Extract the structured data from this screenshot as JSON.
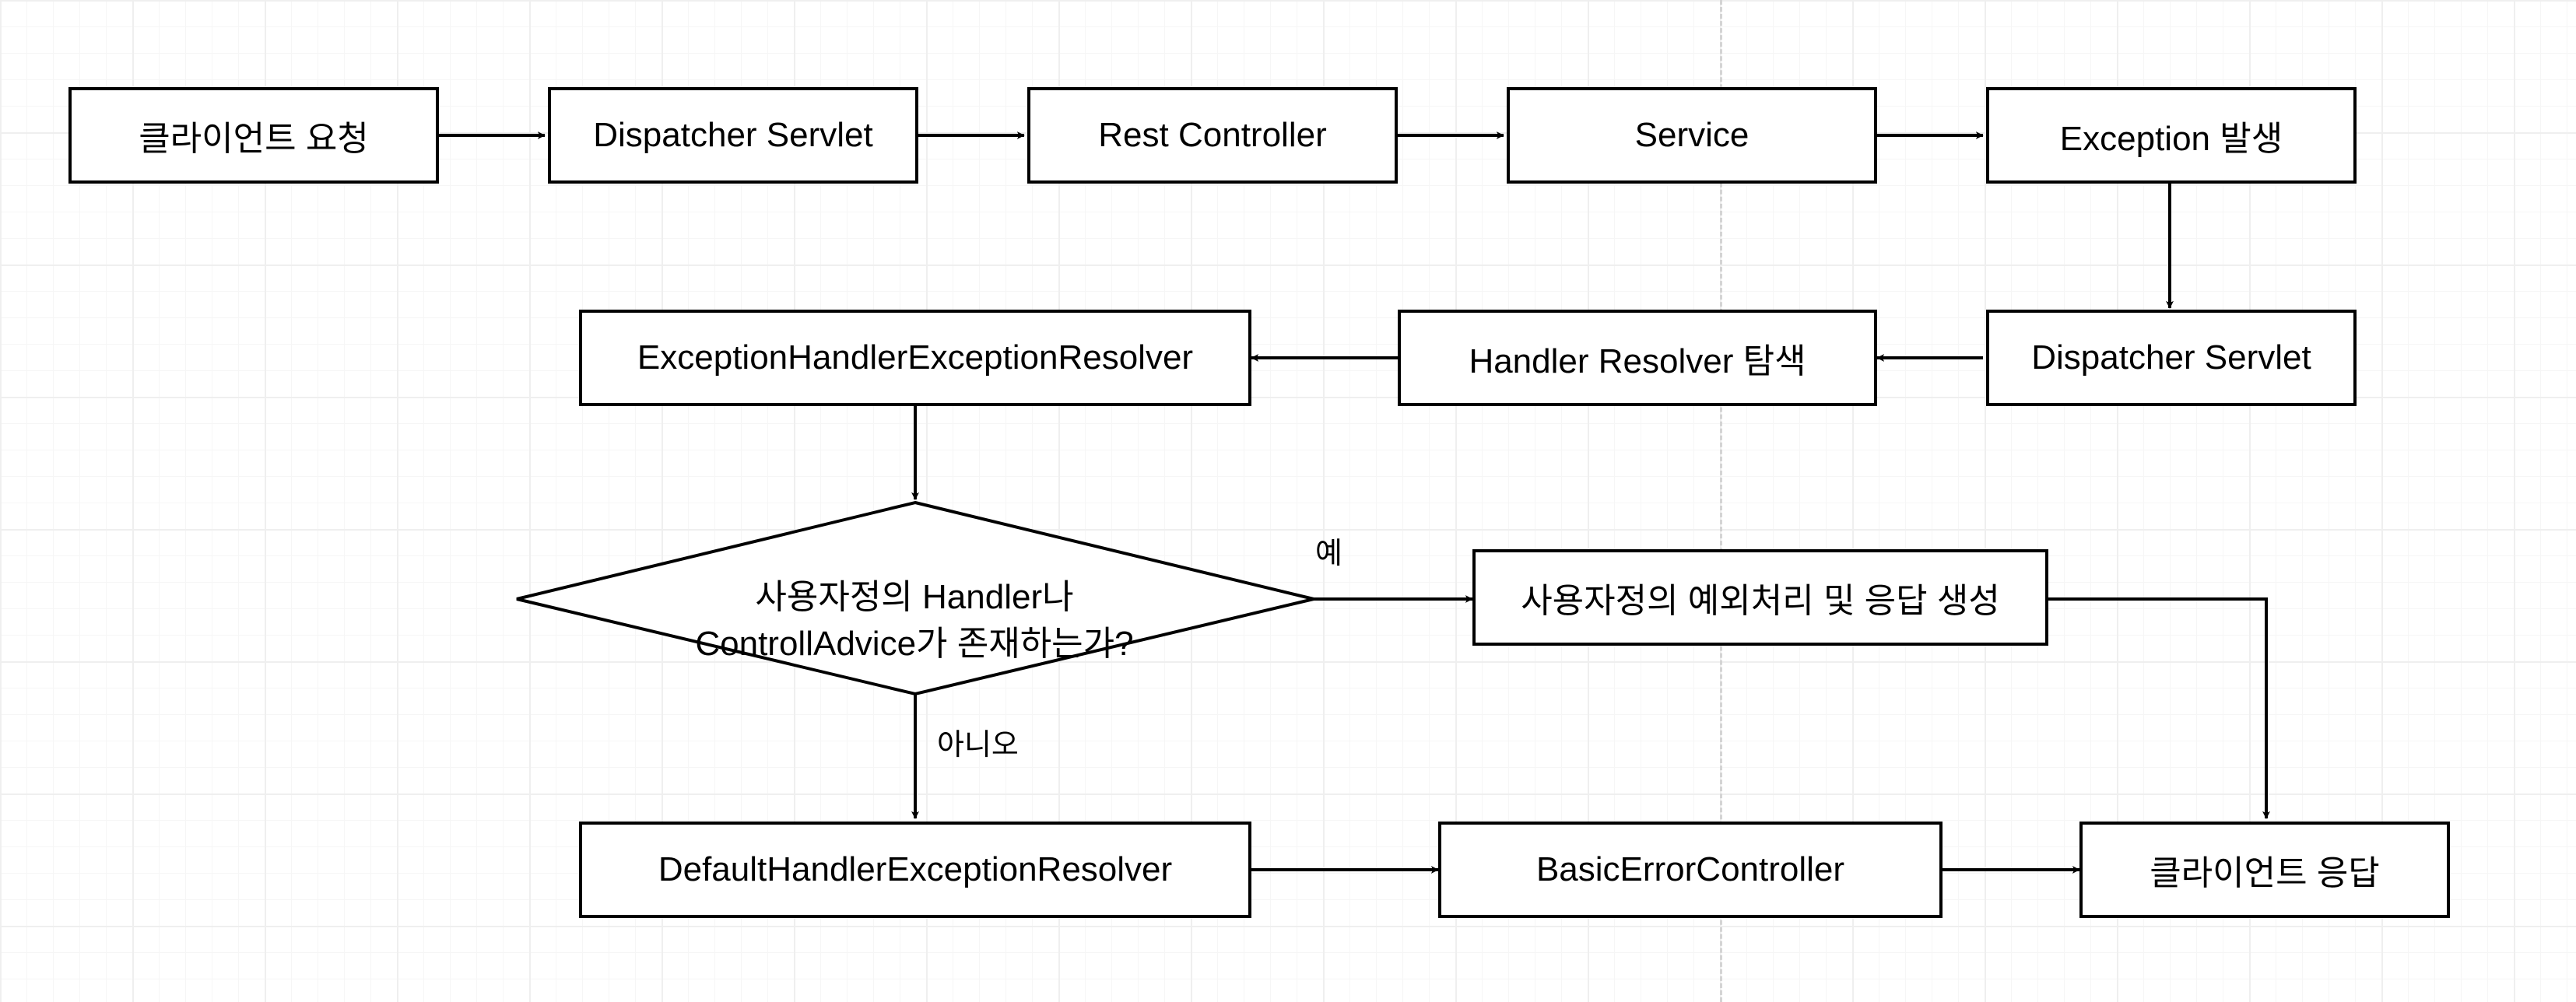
{
  "nodes": {
    "client_request": "클라이언트 요청",
    "dispatcher_servlet_1": "Dispatcher Servlet",
    "rest_controller": "Rest Controller",
    "service": "Service",
    "exception": "Exception 발생",
    "dispatcher_servlet_2": "Dispatcher Servlet",
    "handler_resolver": "Handler Resolver 탐색",
    "exception_handler_resolver": "ExceptionHandlerExceptionResolver",
    "decision_line1": "사용자정의 Handler나",
    "decision_line2": "ControllAdvice가 존재하는가?",
    "custom_handling": "사용자정의 예외처리 및 응답 생성",
    "default_resolver": "DefaultHandlerExceptionResolver",
    "basic_error_controller": "BasicErrorController",
    "client_response": "클라이언트 응답"
  },
  "edge_labels": {
    "yes": "예",
    "no": "아니오"
  }
}
